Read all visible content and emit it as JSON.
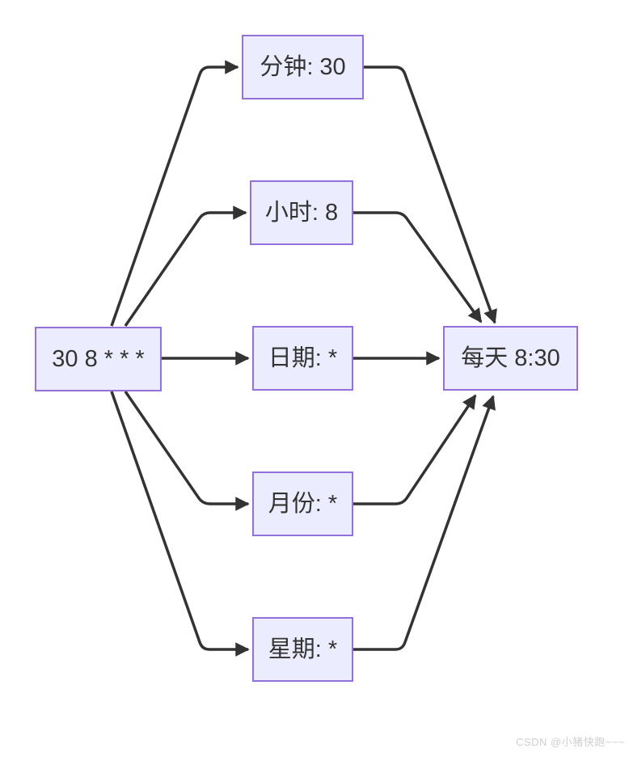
{
  "diagram": {
    "type": "flowchart",
    "description": "cron expression breakdown",
    "nodes": [
      {
        "id": "source",
        "label": "30 8 * * *"
      },
      {
        "id": "minute",
        "label": "分钟: 30"
      },
      {
        "id": "hour",
        "label": "小时: 8"
      },
      {
        "id": "day",
        "label": "日期: *"
      },
      {
        "id": "month",
        "label": "月份: *"
      },
      {
        "id": "week",
        "label": "星期: *"
      },
      {
        "id": "result",
        "label": "每天 8:30"
      }
    ],
    "edges": [
      {
        "from": "source",
        "to": "minute"
      },
      {
        "from": "source",
        "to": "hour"
      },
      {
        "from": "source",
        "to": "day"
      },
      {
        "from": "source",
        "to": "month"
      },
      {
        "from": "source",
        "to": "week"
      },
      {
        "from": "minute",
        "to": "result"
      },
      {
        "from": "hour",
        "to": "result"
      },
      {
        "from": "day",
        "to": "result"
      },
      {
        "from": "month",
        "to": "result"
      },
      {
        "from": "week",
        "to": "result"
      }
    ]
  },
  "colors": {
    "node_fill": "#ECECFF",
    "node_border": "#9370DB",
    "edge": "#333333",
    "text": "#333333",
    "watermark": "#cfcfcf"
  },
  "watermark": "CSDN @小猪快跑~~~"
}
